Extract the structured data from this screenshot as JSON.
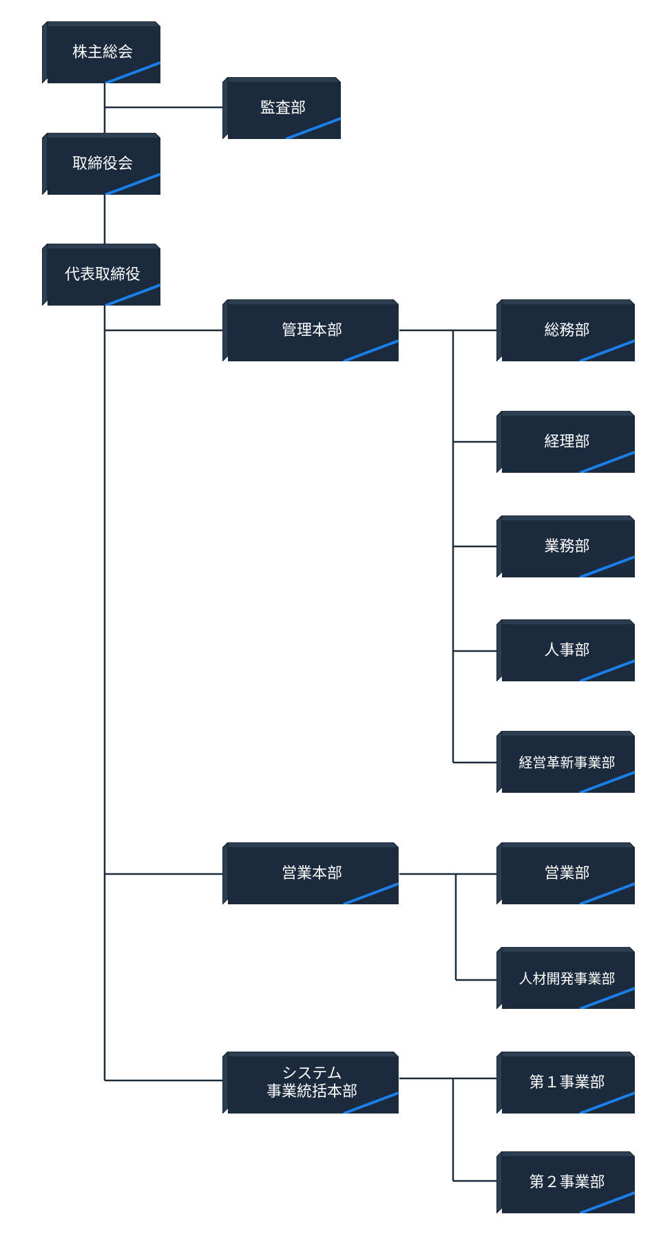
{
  "colors": {
    "box_fill": "#1b2b3d",
    "box_side": "#2c3e52",
    "accent": "#1a7fe8",
    "line": "#1b2b3d"
  },
  "nodes": {
    "shareholders": "株主総会",
    "audit": "監査部",
    "board": "取締役会",
    "president": "代表取締役",
    "admin_hq": "管理本部",
    "general_affairs": "総務部",
    "accounting": "経理部",
    "operations": "業務部",
    "hr": "人事部",
    "innovation": "経営革新事業部",
    "sales_hq": "営業本部",
    "sales": "営業部",
    "talent_dev": "人材開発事業部",
    "system_hq": "システム\n事業統括本部",
    "biz1": "第１事業部",
    "biz2": "第２事業部"
  }
}
